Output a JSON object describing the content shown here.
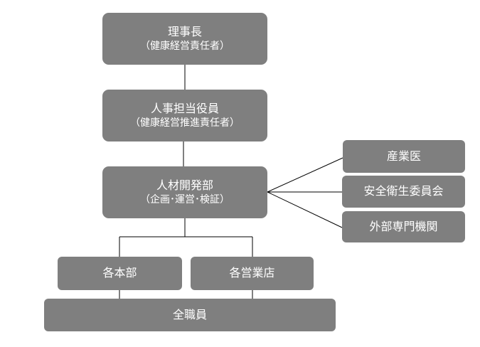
{
  "colors": {
    "box": "#7f7f7f",
    "text": "#ffffff",
    "line": "#000000"
  },
  "nodes": {
    "chairman": {
      "title": "理事長",
      "subtitle": "（健康経営責任者）"
    },
    "hr_officer": {
      "title": "人事担当役員",
      "subtitle": "（健康経営推進責任者）"
    },
    "hr_dev": {
      "title": "人材開発部",
      "subtitle": "（企画･運営･検証）"
    },
    "doctor": {
      "title": "産業医"
    },
    "safety_committee": {
      "title": "安全衛生委員会"
    },
    "external": {
      "title": "外部専門機関"
    },
    "hq": {
      "title": "各本部"
    },
    "branches": {
      "title": "各営業店"
    },
    "all_staff": {
      "title": "全職員"
    }
  }
}
